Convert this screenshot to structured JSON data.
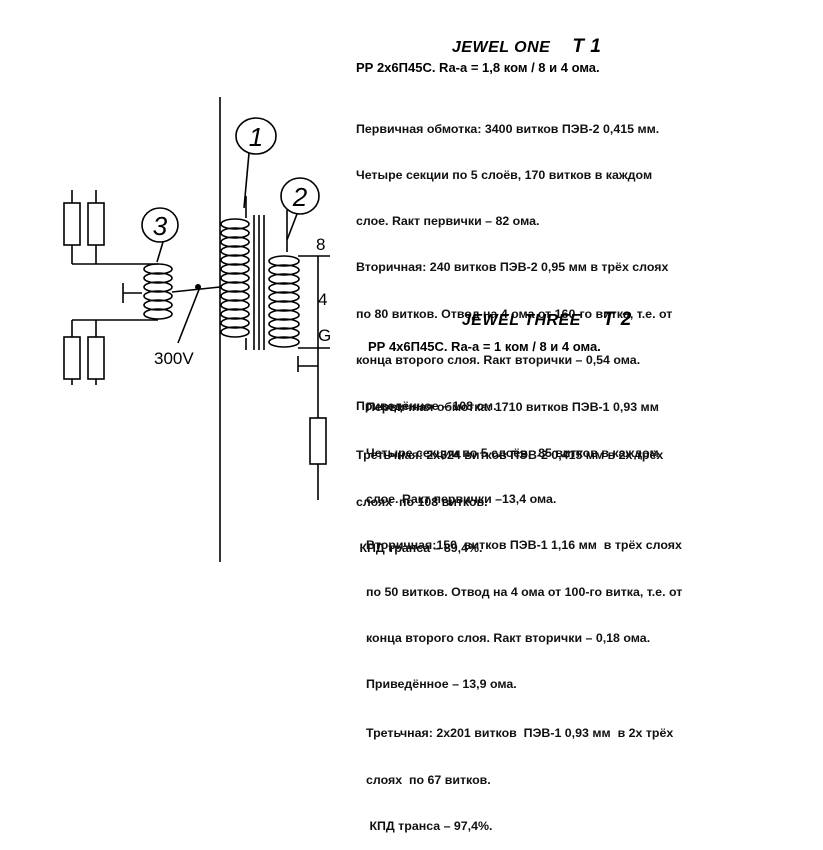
{
  "diagram": {
    "coil_labels": [
      "1",
      "2",
      "3"
    ],
    "voltage_label": "300V",
    "tap_labels": [
      "8",
      "4",
      "G"
    ]
  },
  "t1": {
    "name": "JEWEL ONE",
    "tag": "T 1",
    "spec": "РР 2х6П45С. Ra-a = 1,8 ком / 8 и 4 ома.",
    "lines": [
      "Первичная обмотка: 3400 витков ПЭВ-2 0,415 мм.",
      "Четыре секции по 5 слоёв, 170 витков в каждом",
      "слое. Rакт первички – 82 ома.",
      "Вторичная: 240 витков ПЭВ-2 0,95 мм в трёх слоях",
      "по 80 витков. Отвод на 4 ома от 160-го витка, т.е. от",
      "конца второго слоя. Rакт вторички – 0,54 ома.",
      "Приведённое – 108 ом.",
      "Третьчная: 2х324 витков ПЭВ-2 0,415 мм в 2х трёх",
      "слоях  по 108 витков.",
      " КПД транса – 89,4%."
    ]
  },
  "t2": {
    "name": "JEWEL THREE",
    "tag": "T 2",
    "spec": "РР 4х6П45С. Ra-a = 1 ком / 8 и 4 ома.",
    "lines": [
      "Первичная обмотка: 1710 витков ПЭВ-1 0,93 мм",
      "Четыре секции по 5 слоёв,  85 витков в каждом",
      "слое. Rакт первички –13,4 ома.",
      "Вторичная:150  витков ПЭВ-1 1,16 мм  в трёх слоях",
      "по 50 витков. Отвод на 4 ома от 100-го витка, т.е. от",
      "конца второго слоя. Rакт вторички – 0,18 ома.",
      "Приведённое – 13,9 ома.",
      "Третьчная: 2х201 витков  ПЭВ-1 0,93 мм  в 2х трёх",
      "слоях  по 67 витков.",
      " КПД транса – 97,4%."
    ]
  }
}
